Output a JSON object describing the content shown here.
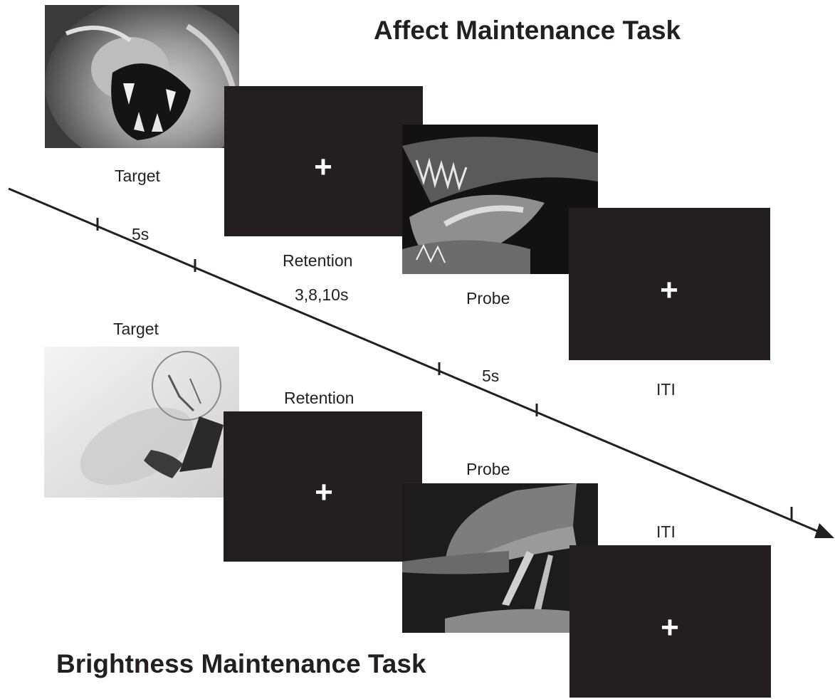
{
  "titles": {
    "affect": "Affect Maintenance Task",
    "brightness": "Brightness Maintenance Task"
  },
  "affect_task": {
    "target_label": "Target",
    "retention_label": "Retention",
    "retention_duration": "3,8,10s",
    "probe_label": "Probe",
    "iti_label": "ITI",
    "fixation": "+"
  },
  "brightness_task": {
    "target_label": "Target",
    "retention_label": "Retention",
    "probe_label": "Probe",
    "iti_label": "ITI",
    "fixation": "+"
  },
  "timeline": {
    "target_duration": "5s",
    "probe_duration": "5s"
  },
  "stimuli": {
    "affect_target": "lion-roaring-photo",
    "affect_probe": "crocodile-jaws-photo",
    "brightness_target": "light-bulb-hand-photo",
    "brightness_probe": "book-pages-photo"
  },
  "colors": {
    "panel": "#231f20",
    "ink": "#231f20",
    "fixation": "#ffffff"
  }
}
